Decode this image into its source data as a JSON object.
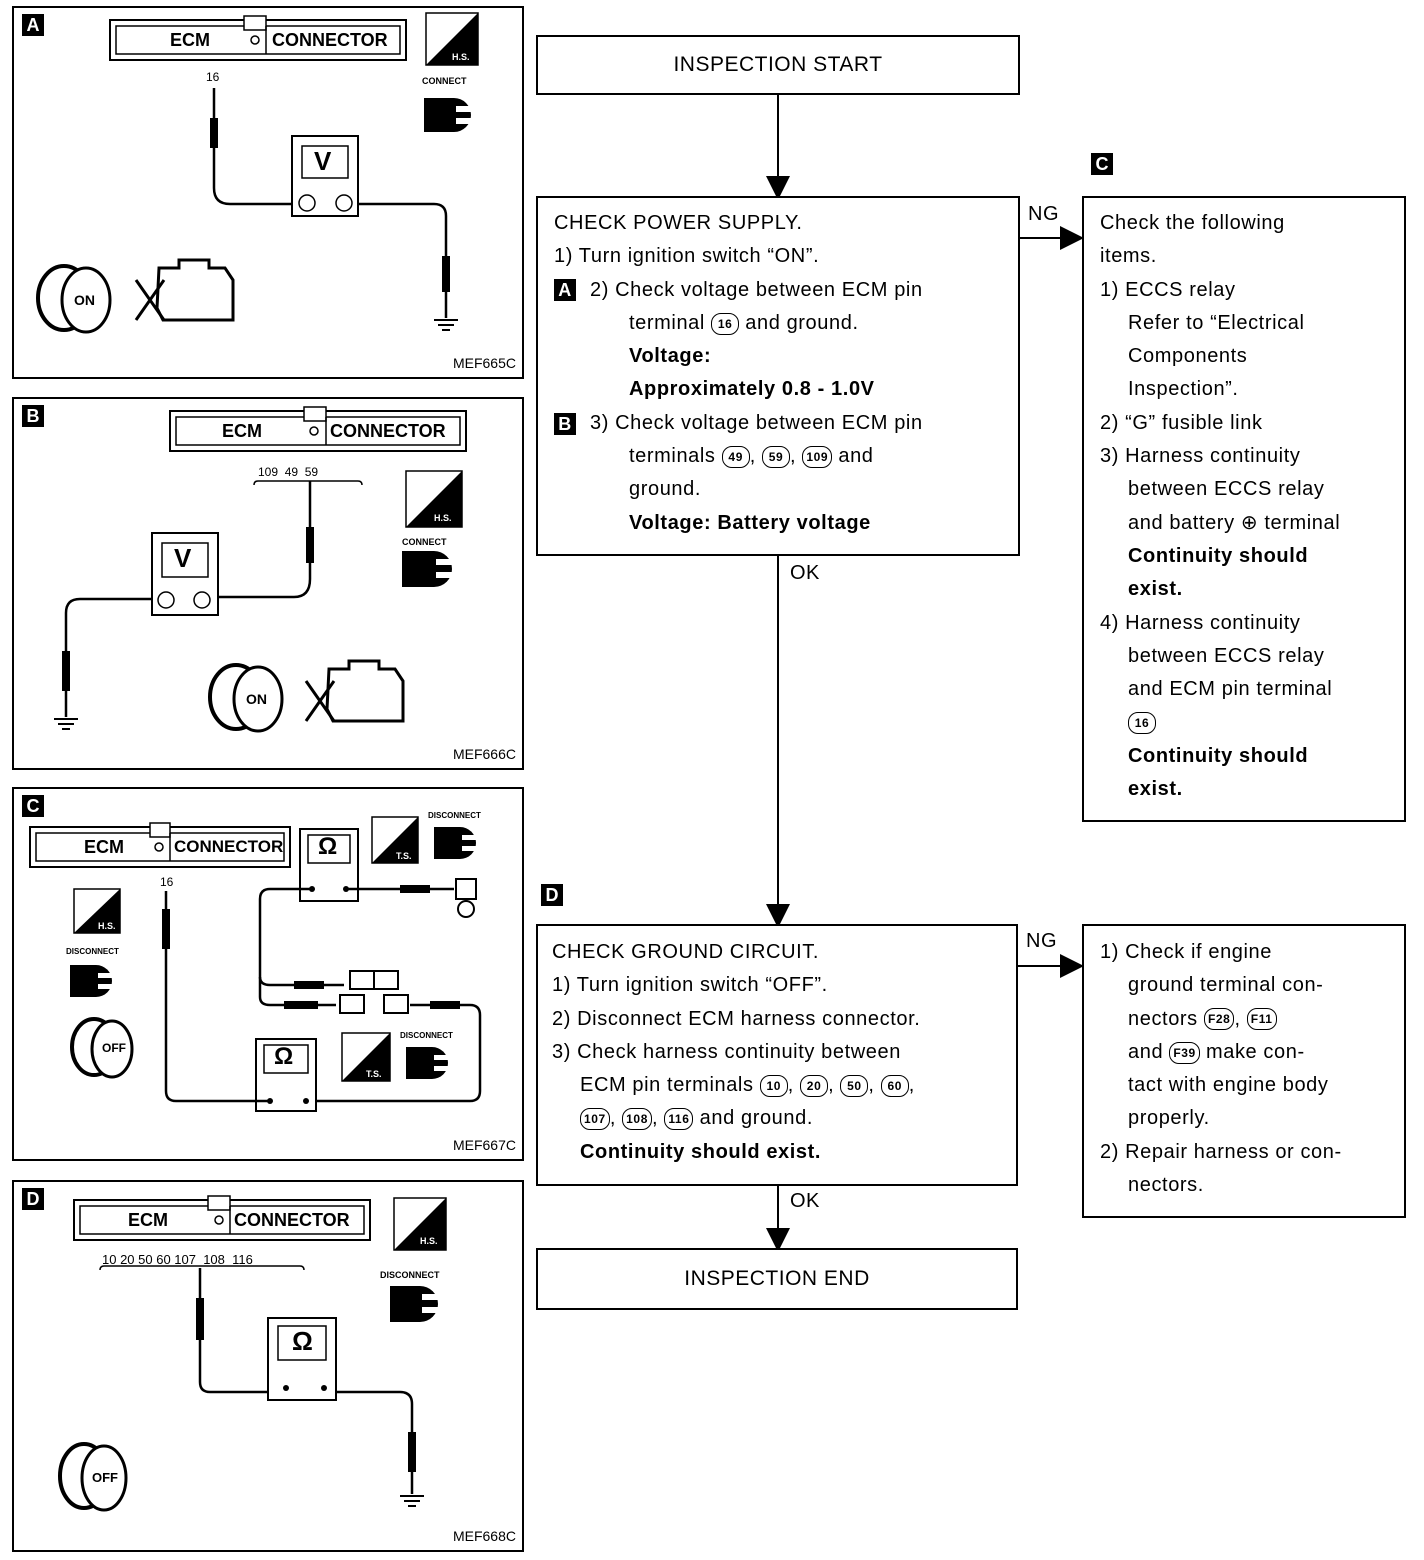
{
  "panels": [
    {
      "tag": "A",
      "code": "MEF665C",
      "connector_left": "ECM",
      "connector_right": "CONNECTOR",
      "pins": "16",
      "status": "CONNECT",
      "key": "ON",
      "meter": "V",
      "hs": "H.S."
    },
    {
      "tag": "B",
      "code": "MEF666C",
      "connector_left": "ECM",
      "connector_right": "CONNECTOR",
      "pins": "109  49  59",
      "status": "CONNECT",
      "key": "ON",
      "meter": "V",
      "hs": "H.S."
    },
    {
      "tag": "C",
      "code": "MEF667C",
      "connector_left": "ECM",
      "connector_right": "CONNECTOR",
      "pins": "16",
      "status": "DISCONNECT",
      "status2": "DISCONNECT",
      "status3": "DISCONNECT",
      "key": "OFF",
      "meter": "Ω",
      "hs": "H.S.",
      "ts": "T.S."
    },
    {
      "tag": "D",
      "code": "MEF668C",
      "connector_left": "ECM",
      "connector_right": "CONNECTOR",
      "pins": "10 20 50 60 107  108  116",
      "status": "DISCONNECT",
      "key": "OFF",
      "meter": "Ω",
      "hs": "H.S."
    }
  ],
  "flow": {
    "start": "INSPECTION START",
    "end": "INSPECTION END",
    "ng1": "NG",
    "ok1": "OK",
    "ng2": "NG",
    "ok2": "OK",
    "tag_c": "C",
    "tag_d": "D",
    "power": {
      "title": "CHECK POWER SUPPLY.",
      "l1": "1) Turn ignition switch “ON”.",
      "a_tag": "A",
      "l2a": "2) Check voltage between ECM pin",
      "l2b_pre": "terminal ",
      "pin16": "16",
      "l2b_post": " and ground.",
      "l2c": "Voltage:",
      "l2d": "Approximately 0.8 - 1.0V",
      "b_tag": "B",
      "l3a": "3) Check voltage between ECM pin",
      "l3b_pre": "terminals ",
      "pin49": "49",
      "pin59": "59",
      "pin109": "109",
      "l3b_post": " and",
      "sep": ", ",
      "l3c": "ground.",
      "l3d": "Voltage: Battery voltage"
    },
    "checks_c": {
      "l1": "Check the following",
      "l2": "items.",
      "l3": "1) ECCS relay",
      "l4": "Refer to “Electrical",
      "l5": "Components",
      "l6": "Inspection”.",
      "l7": "2) “G” fusible link",
      "l8": "3) Harness continuity",
      "l9": "between ECCS relay",
      "l10": "and battery ⊕ terminal",
      "l11": "Continuity should",
      "l12": "exist.",
      "l13": "4) Harness continuity",
      "l14": "between ECCS relay",
      "l15": "and ECM pin terminal",
      "pin16": "16",
      "l16": "Continuity should",
      "l17": "exist."
    },
    "ground": {
      "title": "CHECK GROUND CIRCUIT.",
      "l1": "1) Turn ignition switch “OFF”.",
      "l2": "2) Disconnect ECM harness connector.",
      "l3": "3) Check harness continuity between",
      "l4_pre": "ECM pin terminals ",
      "p10": "10",
      "p20": "20",
      "p50": "50",
      "p60": "60",
      "p107": "107",
      "p108": "108",
      "p116": "116",
      "sep": ", ",
      "l5_post": " and ground.",
      "l6": "Continuity should exist."
    },
    "repair": {
      "l1": "1) Check if engine",
      "l2": "ground terminal con-",
      "l3_pre": "nectors ",
      "f28": "F28",
      "f11": "F11",
      "f39": "F39",
      "sep": ", ",
      "l4_pre": "and ",
      "l4_post": " make con-",
      "l5": "tact with engine body",
      "l6": "properly.",
      "l7": "2) Repair harness or con-",
      "l8": "nectors."
    }
  }
}
